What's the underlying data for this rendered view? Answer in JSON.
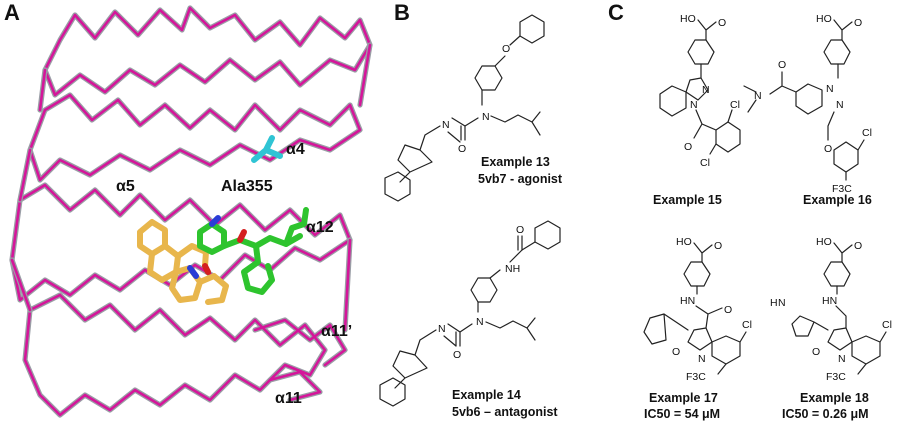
{
  "panels": {
    "a": {
      "label": "A",
      "helix_labels": {
        "a4": "α4",
        "a5": "α5",
        "a12": "α12",
        "a11p": "α11’",
        "a11": "α11"
      },
      "residue_label": "Ala355"
    },
    "b": {
      "label": "B",
      "ex13": {
        "name": "Example 13",
        "desc": "5vb7 - agonist"
      },
      "ex14": {
        "name": "Example 14",
        "desc": "5vb6 – antagonist"
      },
      "atoms": {
        "O": "O",
        "N": "N",
        "NH": "NH"
      }
    },
    "c": {
      "label": "C",
      "ex15": {
        "name": "Example 15"
      },
      "ex16": {
        "name": "Example 16"
      },
      "ex17": {
        "name": "Example 17",
        "ic50": "IC50 = 54 μM"
      },
      "ex18": {
        "name": "Example 18",
        "ic50": "IC50 = 0.26 μM"
      },
      "atoms": {
        "HO": "HO",
        "O": "O",
        "N": "N",
        "Cl": "Cl",
        "F3C": "F3C",
        "HN": "HN",
        "H": "H"
      }
    }
  },
  "colors": {
    "trace_pink": "#d4169a",
    "trace_grey": "#9a9ea6",
    "ligand_yellow": "#e8b64c",
    "ligand_green": "#2ec42e",
    "residue_cyan": "#2fc4d4",
    "nitrogen_blue": "#2a3cd6",
    "oxygen_red": "#d42020"
  }
}
